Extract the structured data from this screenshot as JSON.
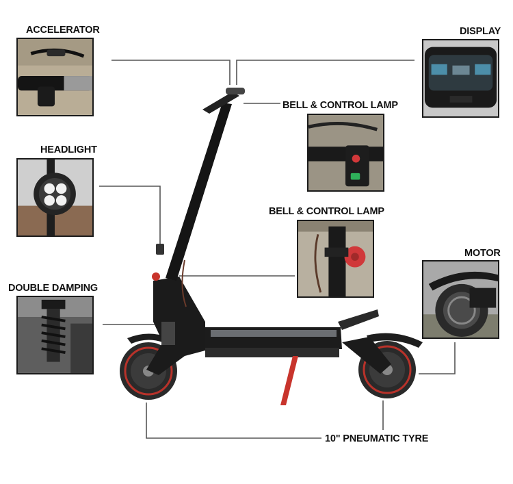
{
  "labels": {
    "accelerator": "ACCELERATOR",
    "display": "DISPLAY",
    "bell_control_lamp_top": "BELL & CONTROL LAMP",
    "headlight": "HEADLIGHT",
    "bell_control_lamp_mid": "BELL & CONTROL LAMP",
    "motor": "MOTOR",
    "double_damping": "DOUBLE DAMPING",
    "tyre": "10\" PNEUMATIC TYRE"
  }
}
